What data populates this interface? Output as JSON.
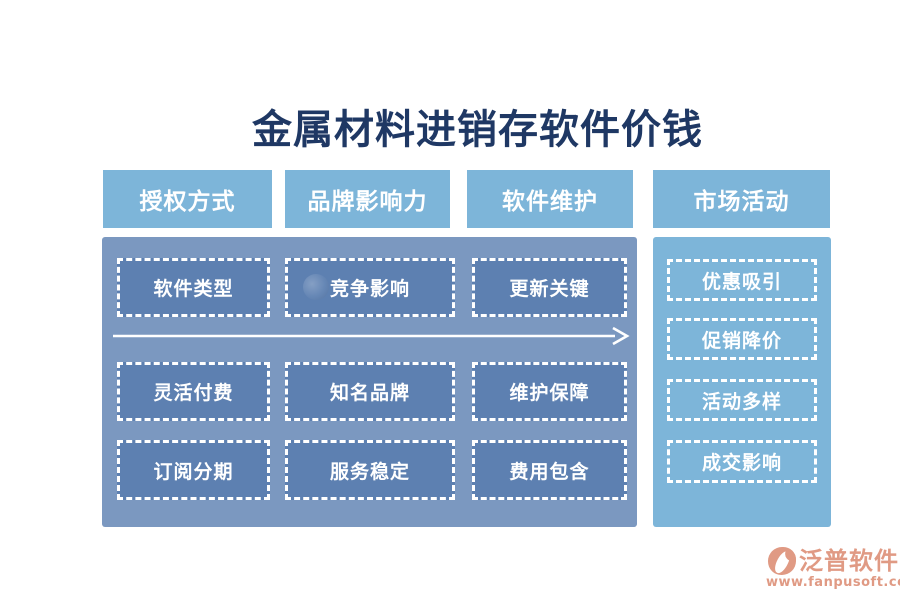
{
  "page": {
    "title": "金属材料进销存软件价钱"
  },
  "columns": [
    {
      "header": "授权方式",
      "items": [
        "软件类型",
        "灵活付费",
        "订阅分期"
      ]
    },
    {
      "header": "品牌影响力",
      "items": [
        "竞争影响",
        "知名品牌",
        "服务稳定"
      ]
    },
    {
      "header": "软件维护",
      "items": [
        "更新关键",
        "维护保障",
        "费用包含"
      ]
    },
    {
      "header": "市场活动",
      "items": [
        "优惠吸引",
        "促销降价",
        "活动多样",
        "成交影响"
      ]
    }
  ],
  "footer": {
    "brand": "泛普软件",
    "url": "www.fanpusoft.com"
  },
  "colors": {
    "title": "#1f3864",
    "header_bg": "#7db5d9",
    "panel_bg": "#7b98c0",
    "box_bg": "#5d80b1",
    "text_on_blue": "#ffffff",
    "brand": "#e09a84"
  }
}
